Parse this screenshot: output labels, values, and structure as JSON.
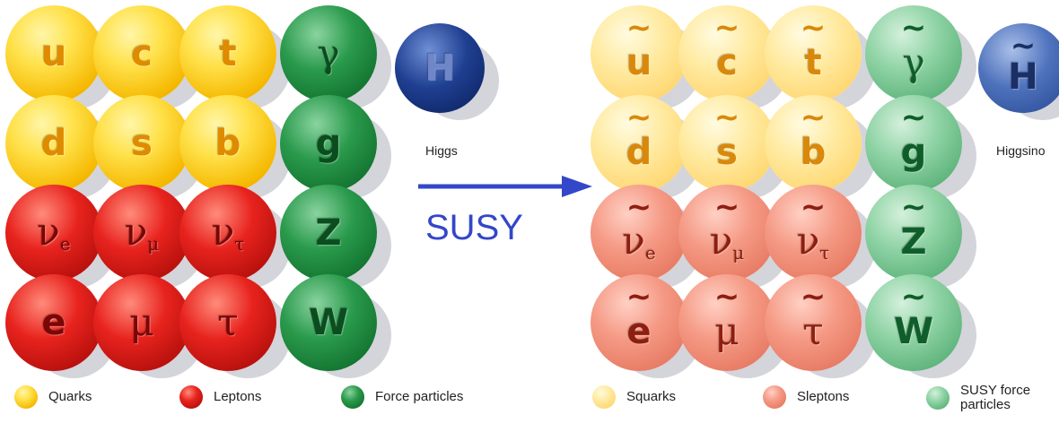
{
  "standard_model": {
    "higgs_label": "Higgs",
    "legend": {
      "quarks": "Quarks",
      "leptons": "Leptons",
      "force": "Force particles"
    }
  },
  "arrow": {
    "label": "SUSY"
  },
  "susy_model": {
    "higgsino_label": "Higgsino",
    "legend": {
      "squarks": "Squarks",
      "sleptons": "Sleptons",
      "force_line1": "SUSY force",
      "force_line2": "particles"
    }
  },
  "colors": {
    "quark": "#f5b800",
    "lepton": "#d21a15",
    "force": "#1a7d3a",
    "higgs": "#1f3f91",
    "squark": "#ffe08a",
    "slepton": "#f08a74",
    "susy_force": "#6cbf88",
    "higgsino": "#3d62b0",
    "arrow": "#3347c9"
  }
}
